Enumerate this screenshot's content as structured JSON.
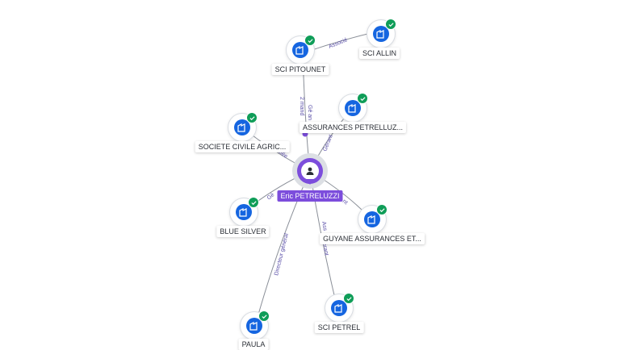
{
  "center": {
    "name": "Eric PETRELUZZI",
    "icon": "person-icon",
    "color": "#7c4ddc"
  },
  "nodes": [
    {
      "id": "sci-pitounet",
      "label": "SCI PITOUNET",
      "icon": "company-icon",
      "verified": true
    },
    {
      "id": "sci-allin",
      "label": "SCI ALLIN",
      "icon": "company-icon",
      "verified": true
    },
    {
      "id": "assurances-petrelluzzi",
      "label": "ASSURANCES PETRELLUZ...",
      "icon": "company-icon",
      "verified": true
    },
    {
      "id": "societe-civile-agric",
      "label": "SOCIETE CIVILE AGRIC...",
      "icon": "company-icon",
      "verified": true
    },
    {
      "id": "blue-silver",
      "label": "BLUE SILVER",
      "icon": "company-icon",
      "verified": true
    },
    {
      "id": "guyane-assurances",
      "label": "GUYANE ASSURANCES ET...",
      "icon": "company-icon",
      "verified": true
    },
    {
      "id": "sci-petrel",
      "label": "SCI PETREL",
      "icon": "company-icon",
      "verified": true
    },
    {
      "id": "paula",
      "label": "PAULA",
      "icon": "company-icon",
      "verified": true
    }
  ],
  "edges": [
    {
      "from": "center",
      "to": "sci-pitounet",
      "label": "Gé an",
      "label2": "2 mand"
    },
    {
      "from": "sci-pitounet",
      "to": "sci-allin",
      "label": "Associé"
    },
    {
      "from": "center",
      "to": "assurances-petrelluzzi",
      "label": "Gérant"
    },
    {
      "from": "center",
      "to": "societe-civile-agric",
      "label": "ociée"
    },
    {
      "from": "center",
      "to": "blue-silver",
      "label": "Gé"
    },
    {
      "from": "center",
      "to": "guyane-assurances",
      "label": "nt"
    },
    {
      "from": "center",
      "to": "sci-petrel",
      "label": "Ass",
      "label2": "Gérant"
    },
    {
      "from": "center",
      "to": "paula",
      "label": "Directeur général"
    }
  ],
  "colors": {
    "company": "#1565e0",
    "verified": "#0f9d58",
    "edge": "#8a8f98",
    "person": "#7c4ddc"
  }
}
